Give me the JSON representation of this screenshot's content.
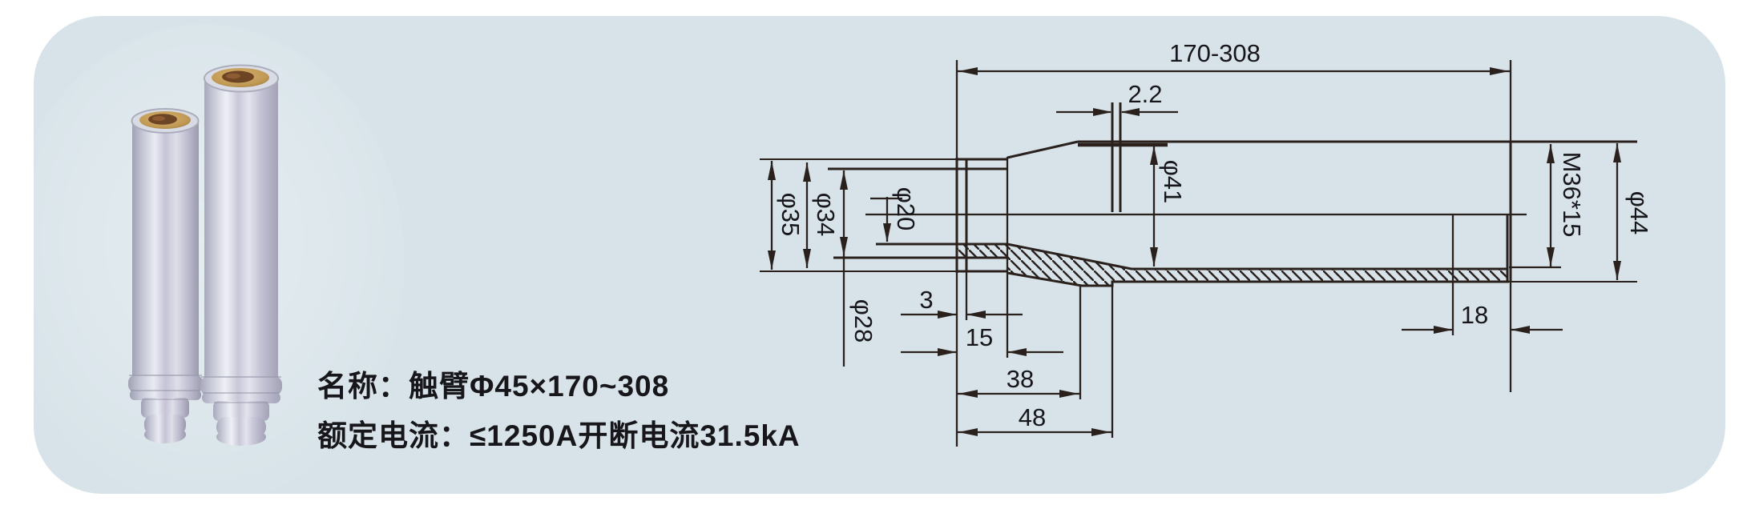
{
  "product": {
    "name_line": "名称：触臂Φ45×170~308",
    "rating_line": "额定电流：≤1250A开断电流31.5kA"
  },
  "drawing": {
    "dims": {
      "overall_length": "170-308",
      "contact_ring_width": "2.2",
      "dia_41": "φ41",
      "dia_35": "φ35",
      "dia_34": "φ34",
      "dia_28": "φ28",
      "dia_20": "φ20",
      "thread_spec": "M36*15",
      "dia_44": "φ44",
      "thread_length": "18",
      "tip_ring_width": "3",
      "tip_length": "15",
      "cone_length": "38",
      "skirt_length": "48"
    }
  },
  "photo": {
    "items": [
      "contact-arm-short",
      "contact-arm-tall"
    ]
  },
  "colors": {
    "panel": "#d7e3e9",
    "line": "#2a211d",
    "brass": "#c09a55",
    "bore": "#6e4524"
  }
}
